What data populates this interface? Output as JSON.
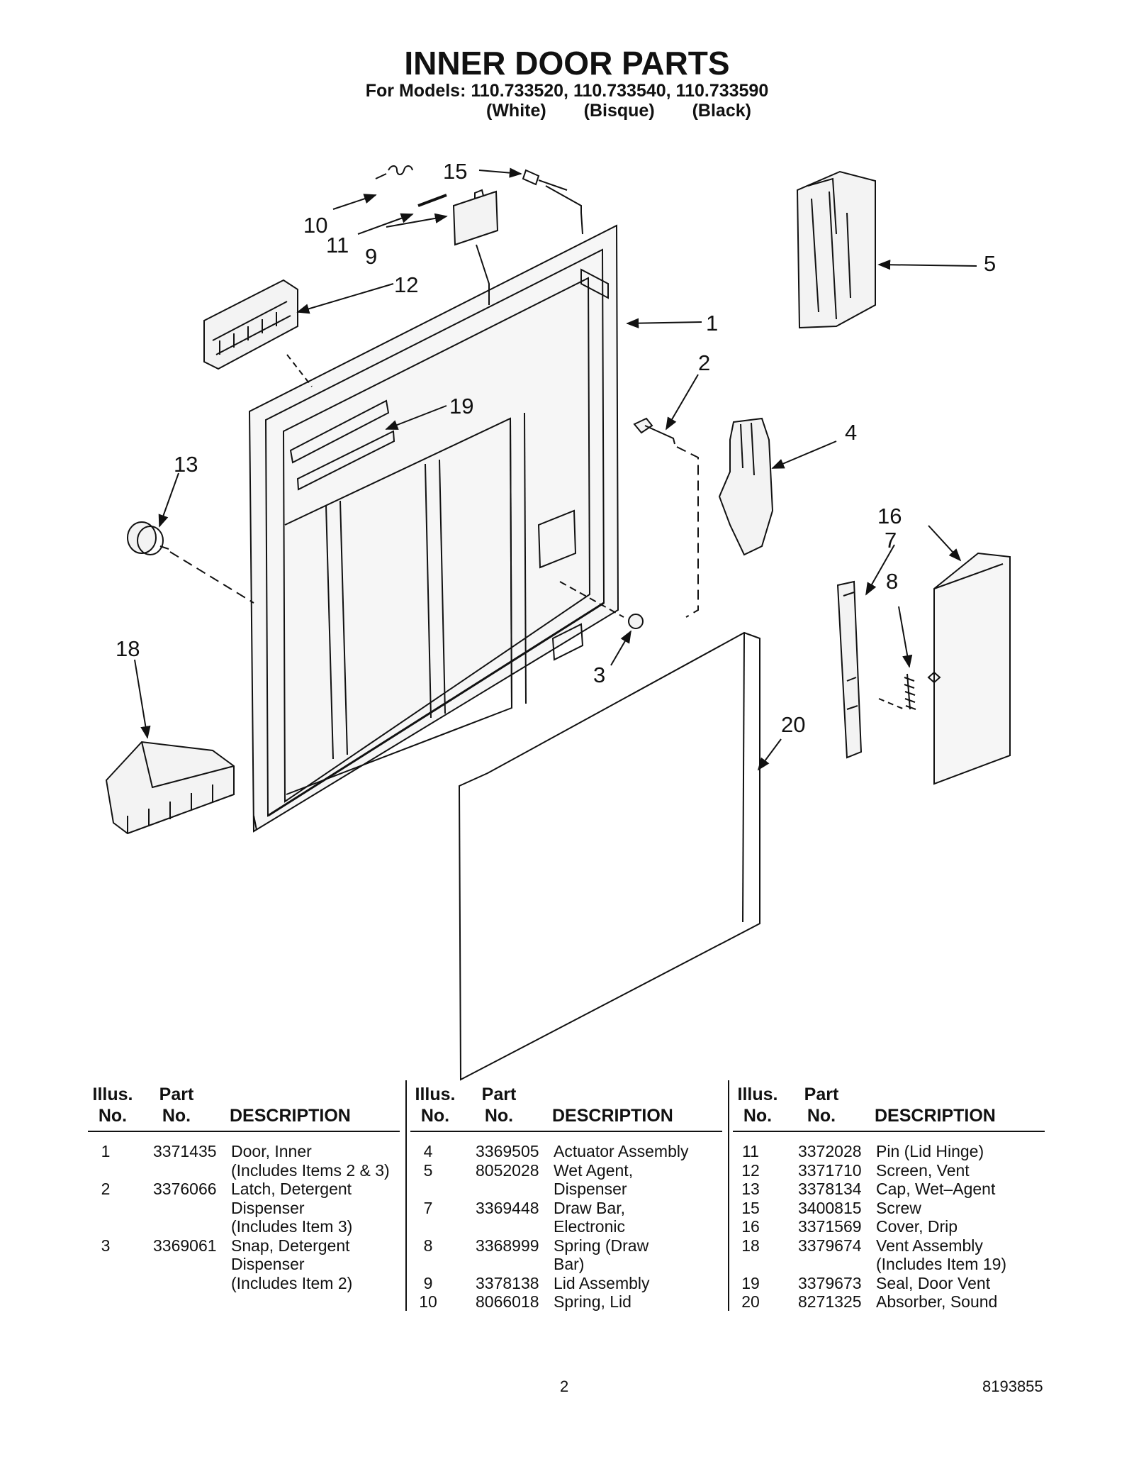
{
  "header": {
    "title": "INNER DOOR PARTS",
    "models": "For Models: 110.733520, 110.733540, 110.733590",
    "colors": [
      "(White)",
      "(Bisque)",
      "(Black)"
    ]
  },
  "callouts": [
    "1",
    "2",
    "3",
    "4",
    "5",
    "7",
    "8",
    "9",
    "10",
    "11",
    "12",
    "13",
    "15",
    "16",
    "18",
    "19",
    "20"
  ],
  "table": {
    "headers": {
      "illus_1": "Illus.",
      "illus_2": "No.",
      "part_1": "Part",
      "part_2": "No.",
      "desc": "DESCRIPTION"
    },
    "columns": [
      [
        {
          "no": "1",
          "part": "3371435",
          "desc": "Door, Inner\n(Includes Items 2 & 3)"
        },
        {
          "no": "2",
          "part": "3376066",
          "desc": "Latch, Detergent\nDispenser\n(Includes Item 3)"
        },
        {
          "no": "3",
          "part": "3369061",
          "desc": "Snap, Detergent\nDispenser\n(Includes Item 2)"
        }
      ],
      [
        {
          "no": "4",
          "part": "3369505",
          "desc": "Actuator Assembly"
        },
        {
          "no": "5",
          "part": "8052028",
          "desc": "Wet Agent,\nDispenser"
        },
        {
          "no": "7",
          "part": "3369448",
          "desc": "Draw Bar,\nElectronic"
        },
        {
          "no": "8",
          "part": "3368999",
          "desc": "Spring (Draw\nBar)"
        },
        {
          "no": "9",
          "part": "3378138",
          "desc": "Lid Assembly"
        },
        {
          "no": "10",
          "part": "8066018",
          "desc": "Spring, Lid"
        }
      ],
      [
        {
          "no": "11",
          "part": "3372028",
          "desc": "Pin (Lid Hinge)"
        },
        {
          "no": "12",
          "part": "3371710",
          "desc": "Screen, Vent"
        },
        {
          "no": "13",
          "part": "3378134",
          "desc": "Cap, Wet–Agent"
        },
        {
          "no": "15",
          "part": "3400815",
          "desc": "Screw"
        },
        {
          "no": "16",
          "part": "3371569",
          "desc": "Cover, Drip"
        },
        {
          "no": "18",
          "part": "3379674",
          "desc": "Vent Assembly\n(Includes Item 19)"
        },
        {
          "no": "19",
          "part": "3379673",
          "desc": "Seal, Door Vent"
        },
        {
          "no": "20",
          "part": "8271325",
          "desc": "Absorber, Sound"
        }
      ]
    ]
  },
  "footer": {
    "page": "2",
    "doc_number": "8193855"
  }
}
